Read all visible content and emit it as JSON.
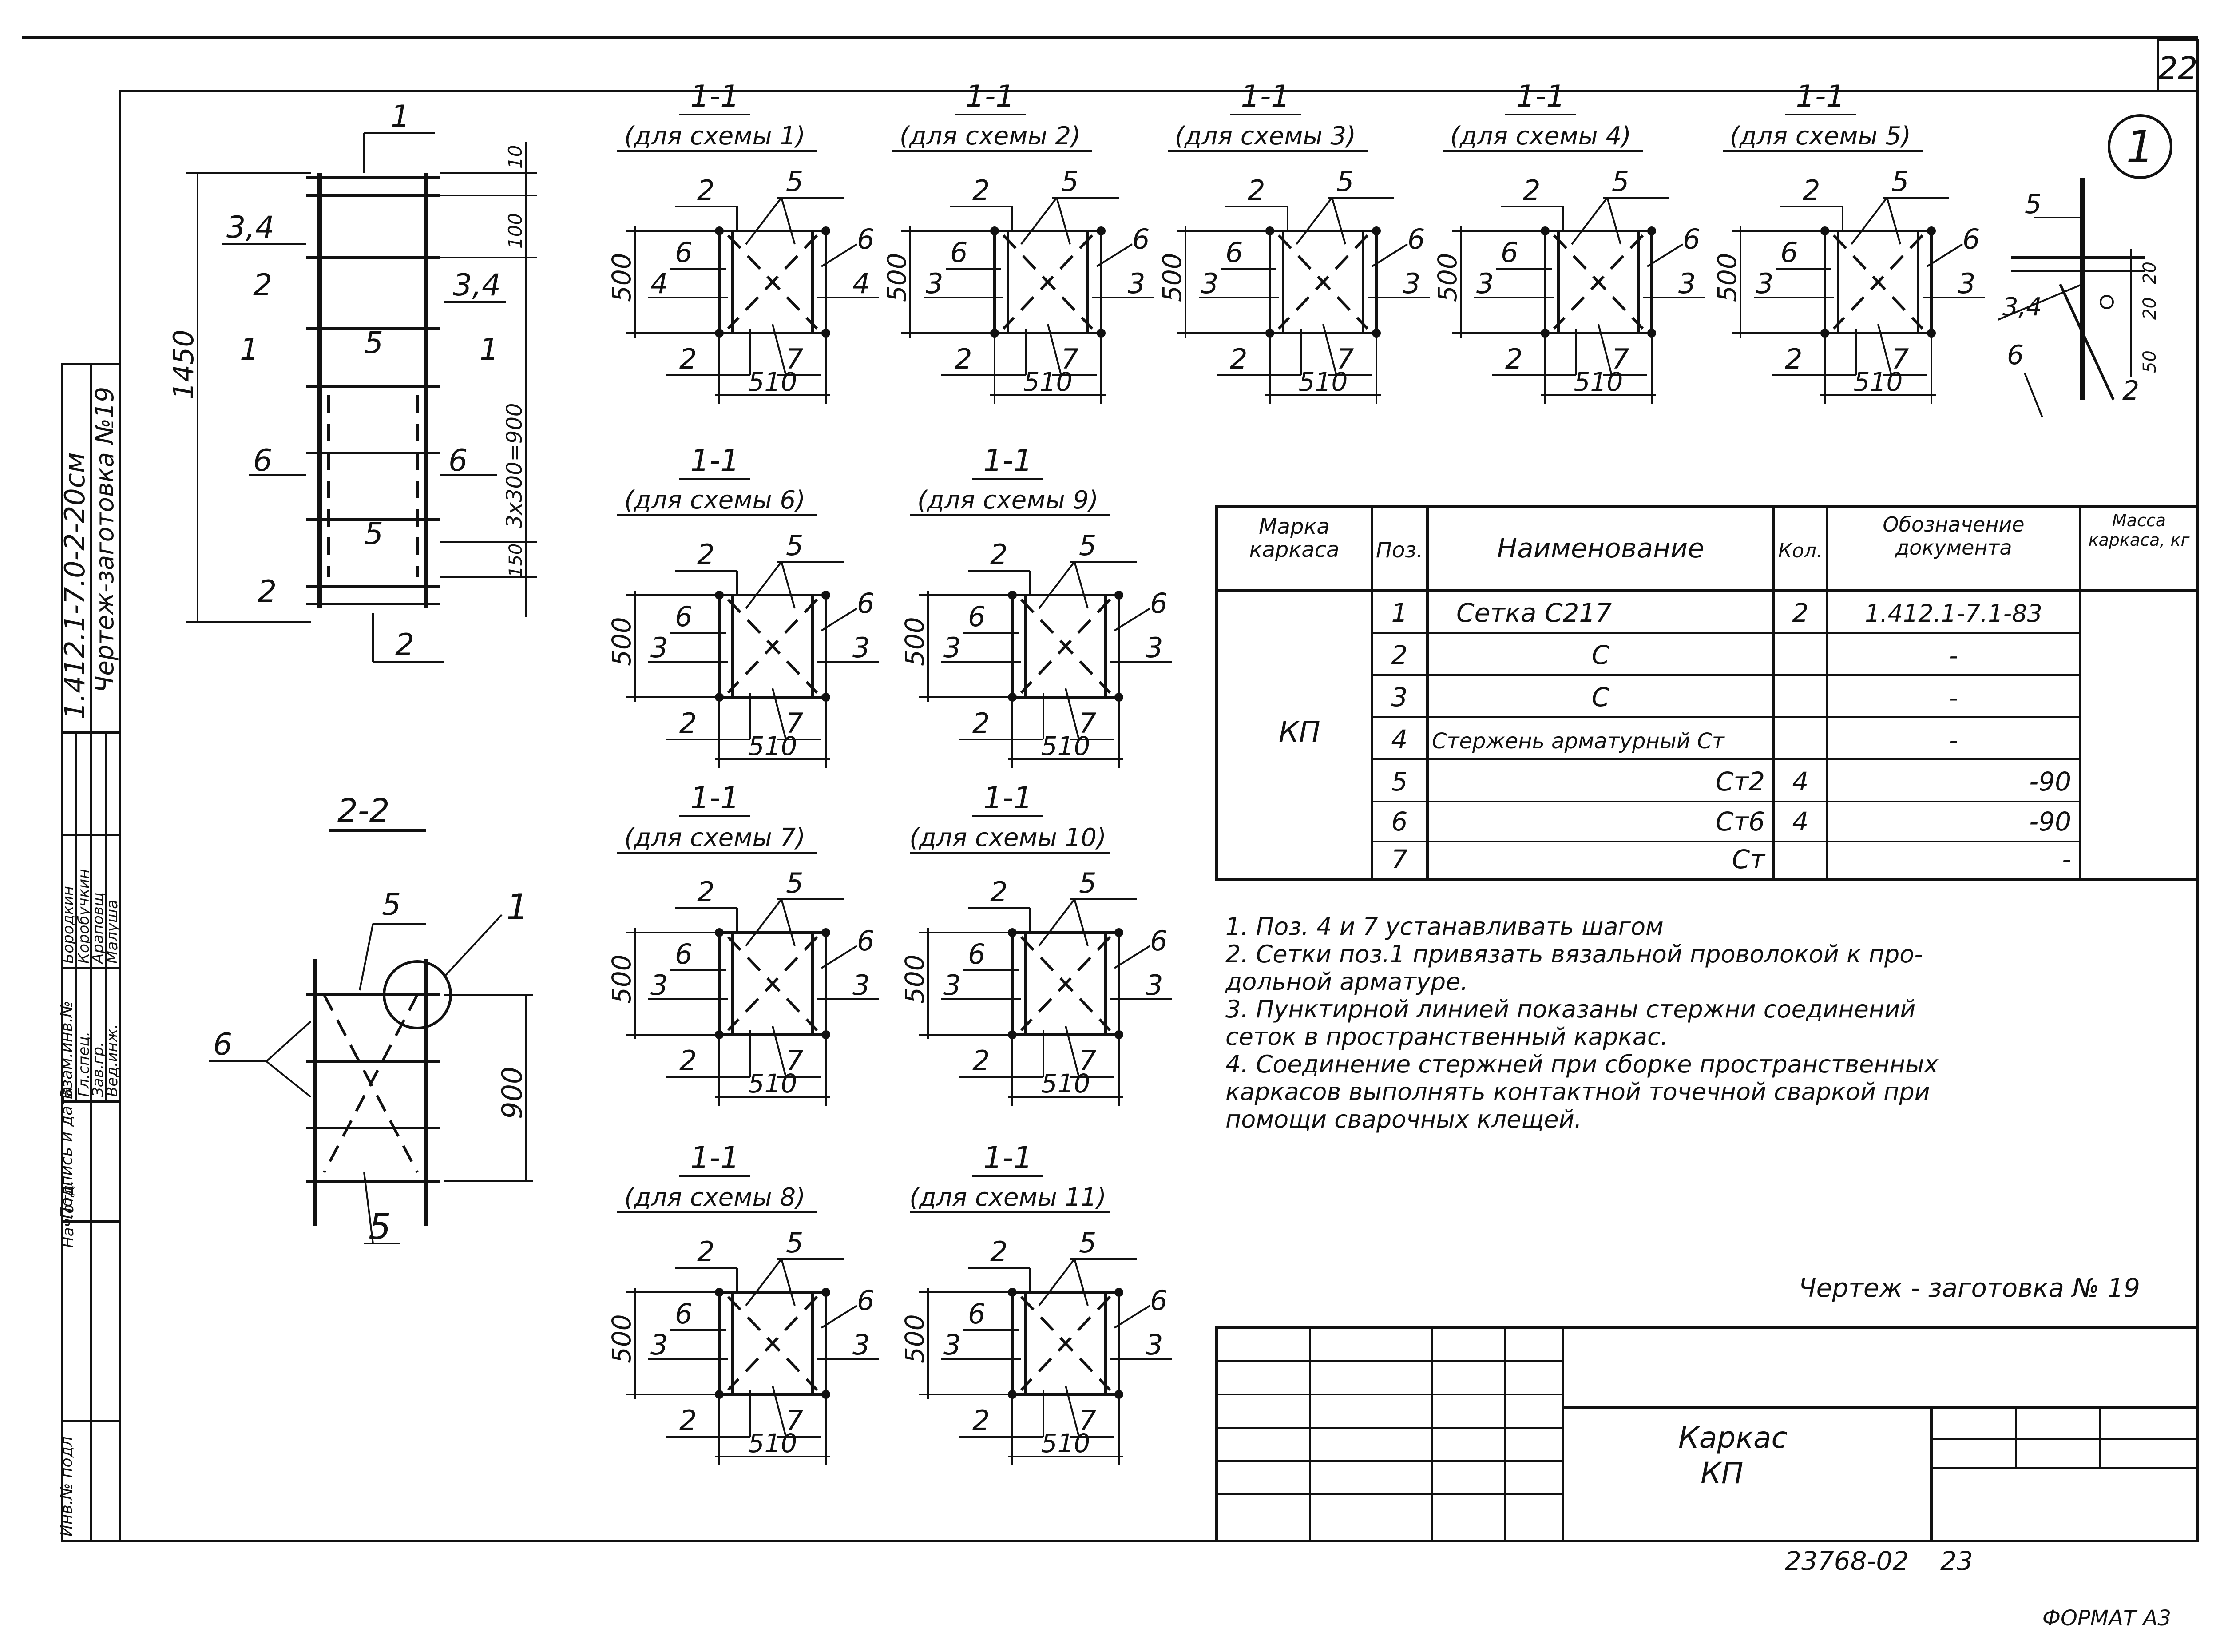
{
  "sheet": {
    "page_number": "22",
    "circle_number": "1",
    "doc_code": "1.412.1-7.0-2-20см",
    "doc_title": "Чертеж-заготовка №19",
    "drawing_label": "Чертеж - заготовка № 19",
    "archive_number": "23768-02",
    "archive_page": "23",
    "format": "ФОРМАТ А3"
  },
  "side_stamp": {
    "fields": [
      "Инв.№ подл",
      "Подпись и дата",
      "Взам.инв.№"
    ],
    "roles": [
      "Нач.отд.",
      "Гл.спец.",
      "Зав.гр.",
      "Вед.инж."
    ],
    "names": [
      "Бородкин",
      "Коробучкин",
      "Араповщ",
      "Малуша"
    ]
  },
  "elevation": {
    "dims": {
      "total": "1450",
      "top": "10",
      "upper": "100",
      "middle": "3х300=900",
      "bottom": "150"
    },
    "pos_labels": [
      "1",
      "3,4",
      "2",
      "3,4",
      "5",
      "6",
      "6",
      "5",
      "2",
      "2"
    ],
    "section_marks": [
      "1",
      "1"
    ]
  },
  "section22": {
    "title": "2-2",
    "labels": [
      "5",
      "1",
      "6",
      "5"
    ],
    "dim": "900"
  },
  "sections": [
    {
      "title": "1-1",
      "scheme": "(для схемы 1)",
      "left": "4",
      "right": "4",
      "dim_h": "500",
      "dim_w": "510"
    },
    {
      "title": "1-1",
      "scheme": "(для схемы 2)",
      "left": "3",
      "right": "3",
      "dim_h": "500",
      "dim_w": "510"
    },
    {
      "title": "1-1",
      "scheme": "(для схемы 3)",
      "left": "3",
      "right": "3",
      "dim_h": "500",
      "dim_w": "510"
    },
    {
      "title": "1-1",
      "scheme": "(для схемы 4)",
      "left": "3",
      "right": "3",
      "dim_h": "500",
      "dim_w": "510"
    },
    {
      "title": "1-1",
      "scheme": "(для схемы 5)",
      "left": "3",
      "right": "3",
      "dim_h": "500",
      "dim_w": "510"
    },
    {
      "title": "1-1",
      "scheme": "(для схемы 6)",
      "left": "3",
      "right": "3",
      "dim_h": "500",
      "dim_w": "510"
    },
    {
      "title": "1-1",
      "scheme": "(для схемы 9)",
      "left": "3",
      "right": "3",
      "dim_h": "500",
      "dim_w": "510"
    },
    {
      "title": "1-1",
      "scheme": "(для схемы 7)",
      "left": "3",
      "right": "3",
      "dim_h": "500",
      "dim_w": "510"
    },
    {
      "title": "1-1",
      "scheme": "(для схемы 10)",
      "left": "3",
      "right": "3",
      "dim_h": "500",
      "dim_w": "510"
    },
    {
      "title": "1-1",
      "scheme": "(для схемы 8)",
      "left": "3",
      "right": "3",
      "dim_h": "500",
      "dim_w": "510"
    },
    {
      "title": "1-1",
      "scheme": "(для схемы 11)",
      "left": "3",
      "right": "3",
      "dim_h": "500",
      "dim_w": "510"
    }
  ],
  "section_common_labels": {
    "p2": "2",
    "p5": "5",
    "p6": "6",
    "p7": "7"
  },
  "node": {
    "labels": [
      "5",
      "3,4",
      "6",
      "2"
    ],
    "dims": [
      "20",
      "20",
      "50"
    ]
  },
  "spec": {
    "headers": [
      "Марка каркаса",
      "Поз.",
      "Наименование",
      "Кол.",
      "Обозначение документа",
      "Масса каркаса, кг"
    ],
    "mark": "КП",
    "rows": [
      {
        "pos": "1",
        "name": "Сетка С217",
        "qty": "2",
        "doc": "1.412.1-7.1-83"
      },
      {
        "pos": "2",
        "name": "С",
        "qty": "",
        "doc": "-"
      },
      {
        "pos": "3",
        "name": "С",
        "qty": "",
        "doc": "-"
      },
      {
        "pos": "4",
        "name": "Стержень арматурный Ст",
        "qty": "",
        "doc": "-"
      },
      {
        "pos": "5",
        "name": "Ст2",
        "qty": "4",
        "doc": "-90"
      },
      {
        "pos": "6",
        "name": "Ст6",
        "qty": "4",
        "doc": "-90"
      },
      {
        "pos": "7",
        "name": "Ст",
        "qty": "",
        "doc": "-"
      }
    ]
  },
  "notes": [
    "1. Поз. 4 и 7 устанавливать шагом",
    "2. Сетки поз.1 привязать вязальной проволокой к про-",
    "дольной арматуре.",
    "3. Пунктирной линией показаны стержни соединений",
    "сеток в пространственный каркас.",
    "4. Соединение стержней при сборке пространственных",
    "каркасов выполнять контактной точечной сваркой при",
    "помощи сварочных клещей."
  ],
  "title_block": {
    "line1": "Каркас",
    "line2": "КП"
  }
}
